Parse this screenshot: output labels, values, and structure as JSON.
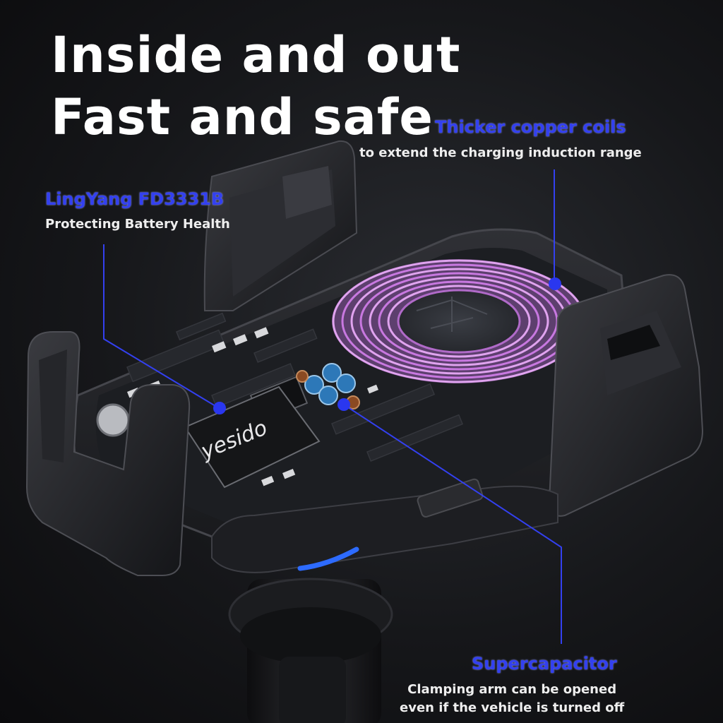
{
  "headline": {
    "line1": "Inside and out",
    "line2": "Fast and safe"
  },
  "product": {
    "brand_logo": "yesido"
  },
  "callouts": {
    "copper_coils": {
      "title": "Thicker copper coils",
      "desc": "to extend the charging induction range"
    },
    "chip": {
      "title": "LingYang FD3331B",
      "desc": "Protecting Battery Health"
    },
    "supercapacitor": {
      "title": "Supercapacitor",
      "desc_line1": "Clamping arm can be opened",
      "desc_line2": "even if the vehicle is turned off"
    }
  },
  "colors": {
    "background": "#121316",
    "accent_blue": "#3340f0",
    "coil_purple": "#c878e0",
    "text_white": "#ffffff"
  }
}
